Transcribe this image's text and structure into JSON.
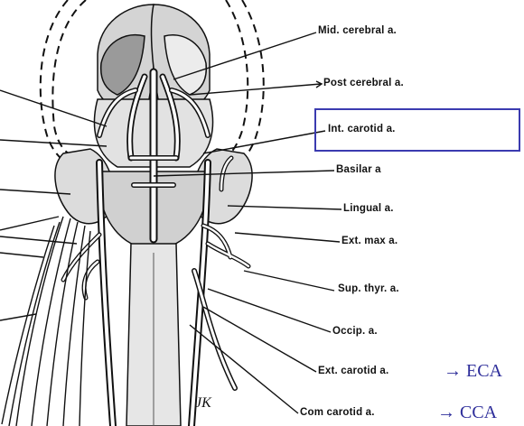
{
  "labels": {
    "mid_cerebral": "Mid. cerebral a.",
    "post_cerebral": "Post  cerebral a.",
    "int_carotid": "Int. carotid a.",
    "basilar": "Basilar a",
    "lingual": "Lingual a.",
    "ext_max": "Ext. max a.",
    "sup_thyr": "Sup. thyr. a.",
    "occip": "Occip. a.",
    "ext_carotid": "Ext. carotid a.",
    "com_carotid": "Com  carotid a."
  },
  "abbreviations": {
    "eca": "→ ECA",
    "cca": "→ CCA"
  },
  "signature": "JK",
  "colors": {
    "highlight_box": "#3b3bb0",
    "abbreviation_text": "#2d2d9a"
  }
}
